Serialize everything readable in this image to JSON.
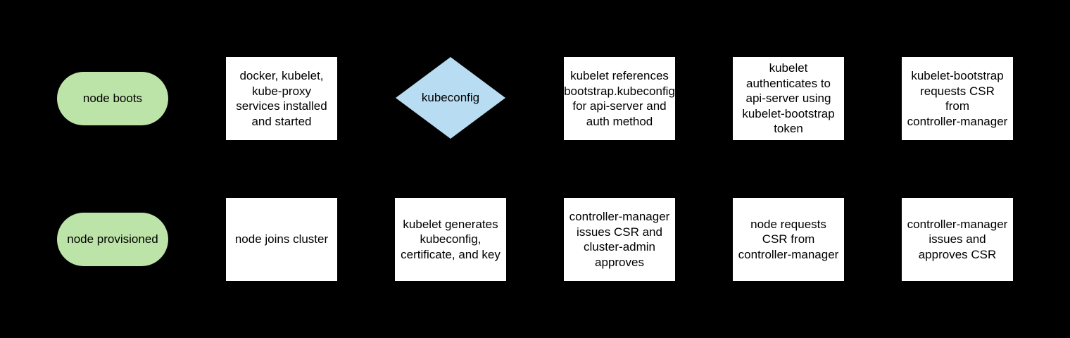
{
  "colors": {
    "background": "#000000",
    "terminal_fill": "#bce3a8",
    "decision_fill": "#b8dcf2",
    "process_fill": "#ffffff",
    "text": "#000000"
  },
  "top_row": [
    {
      "type": "terminal",
      "label": "node boots"
    },
    {
      "type": "process",
      "label": "docker, kubelet,\nkube-proxy\nservices installed\nand started"
    },
    {
      "type": "decision",
      "label": "kubeconfig"
    },
    {
      "type": "process",
      "label": "kubelet references\nbootstrap.kubeconfig\nfor api-server and\nauth method"
    },
    {
      "type": "process",
      "label": "kubelet\nauthenticates to\napi-server using\nkubelet-bootstrap\ntoken"
    },
    {
      "type": "process",
      "label": "kubelet-bootstrap\nrequests CSR\nfrom\ncontroller-manager"
    }
  ],
  "bottom_row": [
    {
      "type": "terminal",
      "label": "node provisioned"
    },
    {
      "type": "process",
      "label": "node joins cluster"
    },
    {
      "type": "process",
      "label": "kubelet generates\nkubeconfig,\ncertificate, and key"
    },
    {
      "type": "process",
      "label": "controller-manager\nissues CSR and\ncluster-admin\napproves"
    },
    {
      "type": "process",
      "label": "node requests\nCSR from\ncontroller-manager"
    },
    {
      "type": "process",
      "label": "controller-manager\nissues and\napproves CSR"
    }
  ]
}
